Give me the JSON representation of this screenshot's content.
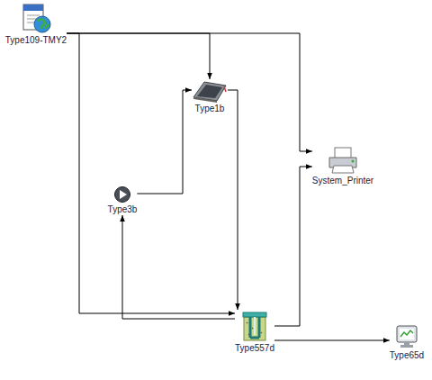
{
  "diagram": {
    "nodes": [
      {
        "text": [
          "Type109-TMY2"
        ]
      },
      {
        "text": [
          "Type1b"
        ]
      },
      {
        "text": [
          "Type3b"
        ]
      },
      {
        "text": [
          "System_Printer"
        ]
      },
      {
        "text": [
          "Type557d"
        ]
      },
      {
        "text": [
          "Type65d"
        ]
      }
    ],
    "edges": [
      {
        "from": 0,
        "to": 1,
        "arrow": "to"
      },
      {
        "from": 0,
        "to": 3,
        "arrow": "to"
      },
      {
        "from": 0,
        "to": 4,
        "arrow": "to"
      },
      {
        "from": 2,
        "to": 1,
        "arrow": "to"
      },
      {
        "from": 1,
        "to": 4,
        "arrow": "to"
      },
      {
        "from": 4,
        "to": 2,
        "arrow": "to"
      },
      {
        "from": 4,
        "to": 3,
        "arrow": "to"
      },
      {
        "from": 4,
        "to": 5,
        "arrow": "to"
      }
    ]
  }
}
